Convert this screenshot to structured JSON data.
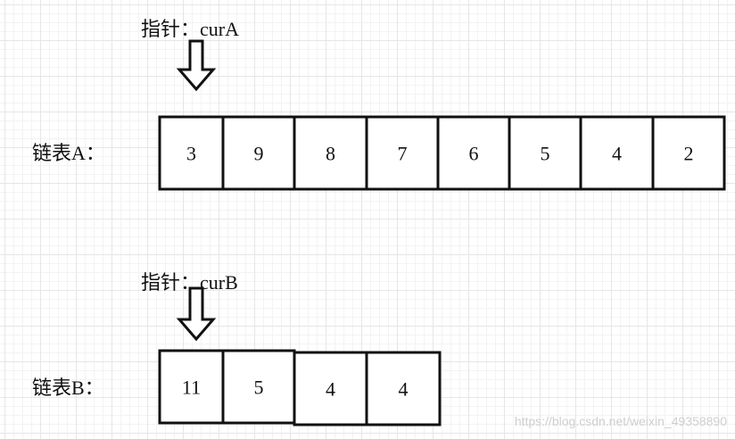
{
  "lists": [
    {
      "id": "A",
      "label": "链表A：",
      "pointer_label": "指针：curA",
      "pointer_index": 0,
      "nodes": [
        "3",
        "9",
        "8",
        "7",
        "6",
        "5",
        "4",
        "2"
      ]
    },
    {
      "id": "B",
      "label": "链表B：",
      "pointer_label": "指针：curB",
      "pointer_index": 0,
      "nodes": [
        "11",
        "5",
        "4",
        "4"
      ]
    }
  ],
  "watermark": "https://blog.csdn.net/weixin_49358890",
  "colors": {
    "stroke": "#111111",
    "grid": "#e6e6e6",
    "watermark": "#cfcfcf"
  }
}
